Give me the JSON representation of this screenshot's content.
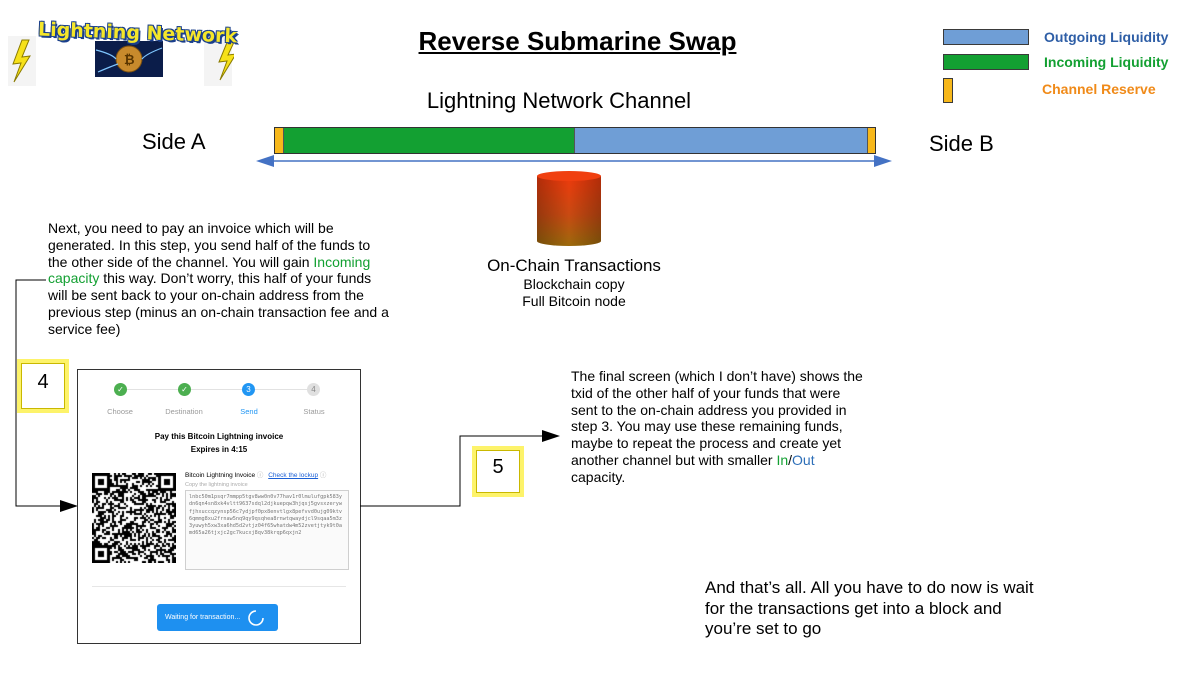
{
  "logo": {
    "text": "Lightning Network"
  },
  "title": "Reverse Submarine Swap",
  "legend": [
    {
      "label": "Outgoing Liquidity",
      "swatch": "#6f9ed6",
      "text_color": "#2e5ea6"
    },
    {
      "label": "Incoming Liquidity",
      "swatch": "#13a032",
      "text_color": "#13a032"
    },
    {
      "label": "Channel Reserve",
      "swatch": "#f7b81b",
      "text_color": "#f08a18"
    }
  ],
  "channel": {
    "title": "Lightning Network Channel",
    "side_a": "Side A",
    "side_b": "Side B",
    "segments": [
      {
        "kind": "Channel Reserve",
        "fraction": 0.013,
        "color": "#f7b81b"
      },
      {
        "kind": "Incoming Liquidity",
        "fraction": 0.485,
        "color": "#13a032"
      },
      {
        "kind": "Outgoing Liquidity",
        "fraction": 0.489,
        "color": "#6f9ed6"
      },
      {
        "kind": "Channel Reserve",
        "fraction": 0.013,
        "color": "#f7b81b"
      }
    ]
  },
  "onchain": {
    "title": "On-Chain Transactions",
    "line1": "Blockchain copy",
    "line2": "Full Bitcoin node"
  },
  "step4_text": {
    "part1": "Next, you need to pay an invoice which will be generated. In this step, you send half of the funds to the other side of the channel. You will gain ",
    "highlight": "Incoming capacity",
    "part2": " this way. Don’t worry, this half of your funds will be sent back to your on-chain address from the previous step (minus an on-chain transaction fee and a service fee)"
  },
  "step5_text": {
    "part1": "The final screen (which I don’t have) shows the txid of the other half of your funds that were sent to the on-chain address you provided in step 3. You may use these remaining funds, maybe to repeat the process and create yet another channel but with smaller ",
    "in": "In",
    "slash": "/",
    "out": "Out",
    "part2": " capacity."
  },
  "closing_text": "And that’s all. All you have to do now is wait for the transactions get into a block and you’re set to go",
  "steps": {
    "four": "4",
    "five": "5"
  },
  "screenshot": {
    "stepper": [
      {
        "label": "Choose",
        "state": "done",
        "mark": "✓"
      },
      {
        "label": "Destination",
        "state": "done",
        "mark": "✓"
      },
      {
        "label": "Send",
        "state": "active",
        "mark": "3"
      },
      {
        "label": "Status",
        "state": "todo",
        "mark": "4"
      }
    ],
    "heading": "Pay this Bitcoin Lightning invoice",
    "expires": "Expires in 4:15",
    "invoice_label": "Bitcoin Lightning Invoice",
    "lookup_link": "Check the lockup",
    "copy_hint": "Copy the lightning invoice",
    "invoice": "lnbc50m1psqr7mmpp5tgv8ww0n0v77hav1r0lmulufgpk583ydn6qn4sn8xk4vltt9637sdql2djkuepqw3hjqsj5gvsxzerywfjhxuccqzynsp56c7ydjpf0px8envtlgx8pefvvd0ujg09ktv6qmmg8xu2frnaw5nq9qy9qsqhea8rnwtqwaydjcl9sqaa5m3z3yuwyh5xw3xa6hd5d2vtjz04f65whatdw4m52zvetjtyk9t0amd65a26tjxjc2gc7kucxj8qv38krqp6qxjn2",
    "waiting_button": "Waiting for transaction..."
  }
}
